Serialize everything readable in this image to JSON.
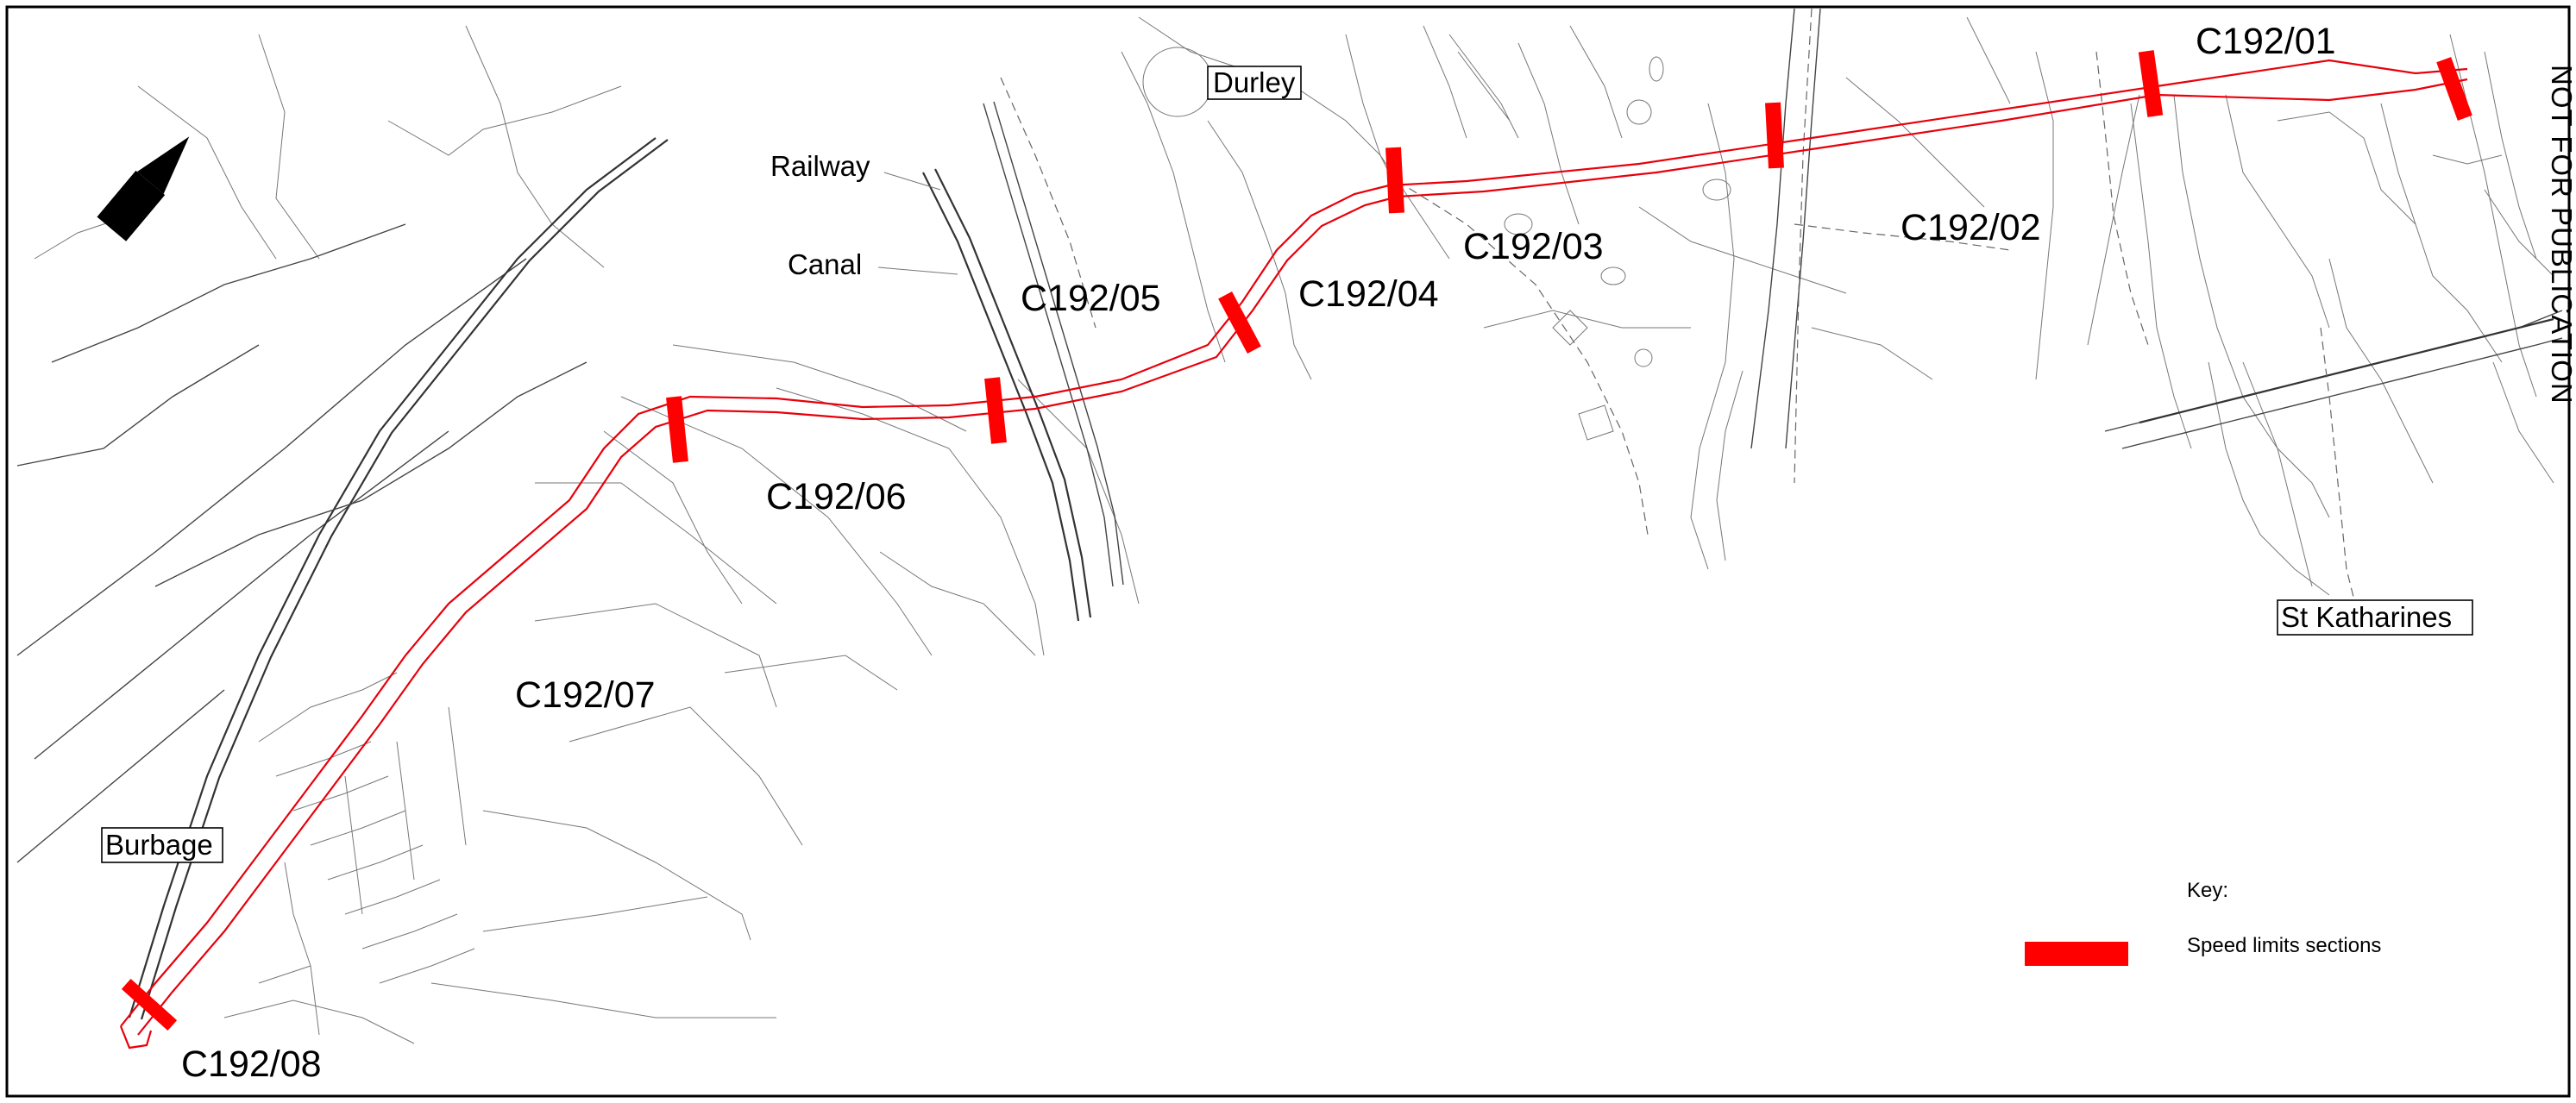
{
  "map": {
    "notice": "NOT FOR PUBLICATION",
    "north_label": "N",
    "places": {
      "burbage": "Burbage",
      "durley": "Durley",
      "st_katharines": "St Katharines"
    },
    "features": {
      "railway": "Railway",
      "canal": "Canal"
    },
    "sections": [
      "C192/01",
      "C192/02",
      "C192/03",
      "C192/04",
      "C192/05",
      "C192/06",
      "C192/07",
      "C192/08"
    ],
    "key": {
      "title": "Key:",
      "speed_limit_label": "Speed limits sections"
    },
    "colors": {
      "route": "#e8000b",
      "marker": "#ff0000",
      "linework": "#444444"
    }
  }
}
